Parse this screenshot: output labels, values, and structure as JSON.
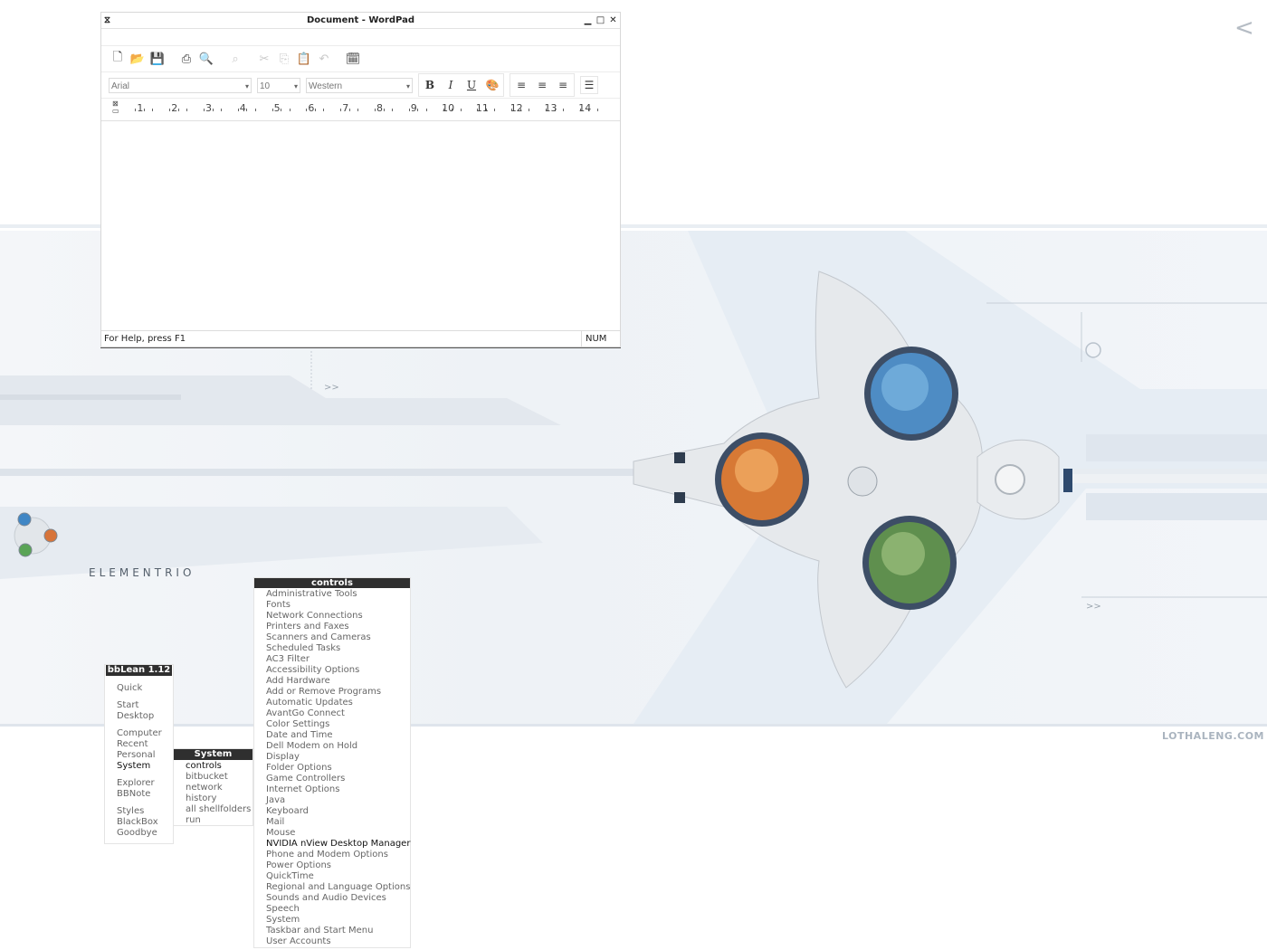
{
  "wallpaper": {
    "brand": "ELEMENTRIO",
    "site": "LOTHALENG.COM",
    "back_glyph": "<"
  },
  "wordpad": {
    "title": "Document - WordPad",
    "window_icons": [
      "restore-icon",
      "minimize-icon",
      "maximize-icon",
      "close-icon"
    ],
    "toolbar_icons": [
      "new-icon",
      "open-icon",
      "save-icon",
      "print-icon",
      "print-preview-icon",
      "find-icon",
      "cut-icon",
      "copy-icon",
      "paste-icon",
      "undo-icon",
      "insert-datetime-icon"
    ],
    "font": "Arial",
    "size": "10",
    "script": "Western",
    "format_buttons": {
      "bold": "B",
      "italic": "I",
      "underline": "U"
    },
    "ruler_numbers": [
      "1",
      "2",
      "3",
      "4",
      "5",
      "6",
      "7",
      "8",
      "9",
      "10",
      "11",
      "12",
      "13",
      "14"
    ],
    "status_help": "For Help, press F1",
    "status_num": "NUM"
  },
  "menus": {
    "root": {
      "title": "bbLean 1.12",
      "groups": [
        [
          "Quick"
        ],
        [
          "Start",
          "Desktop"
        ],
        [
          "Computer",
          "Recent",
          "Personal",
          "System"
        ],
        [
          "Explorer",
          "BBNote"
        ],
        [
          "Styles",
          "BlackBox",
          "Goodbye"
        ]
      ],
      "active": "System"
    },
    "system": {
      "title": "System",
      "items": [
        "controls",
        "bitbucket",
        "network",
        "history",
        "all shellfolders",
        "run"
      ],
      "active": "controls"
    },
    "controls": {
      "title": "controls",
      "items": [
        "Administrative Tools",
        "Fonts",
        "Network Connections",
        "Printers and Faxes",
        "Scanners and Cameras",
        "Scheduled Tasks",
        "AC3 Filter",
        "Accessibility Options",
        "Add Hardware",
        "Add or Remove Programs",
        "Automatic Updates",
        "AvantGo Connect",
        "Color Settings",
        "Date and Time",
        "Dell Modem on Hold",
        "Display",
        "Folder Options",
        "Game Controllers",
        "Internet Options",
        "Java",
        "Keyboard",
        "Mail",
        "Mouse",
        "NVIDIA nView Desktop Manager",
        "Phone and Modem Options",
        "Power Options",
        "QuickTime",
        "Regional and Language Options",
        "Sounds and Audio Devices",
        "Speech",
        "System",
        "Taskbar and Start Menu",
        "User Accounts"
      ],
      "active": "NVIDIA nView Desktop Manager"
    }
  }
}
